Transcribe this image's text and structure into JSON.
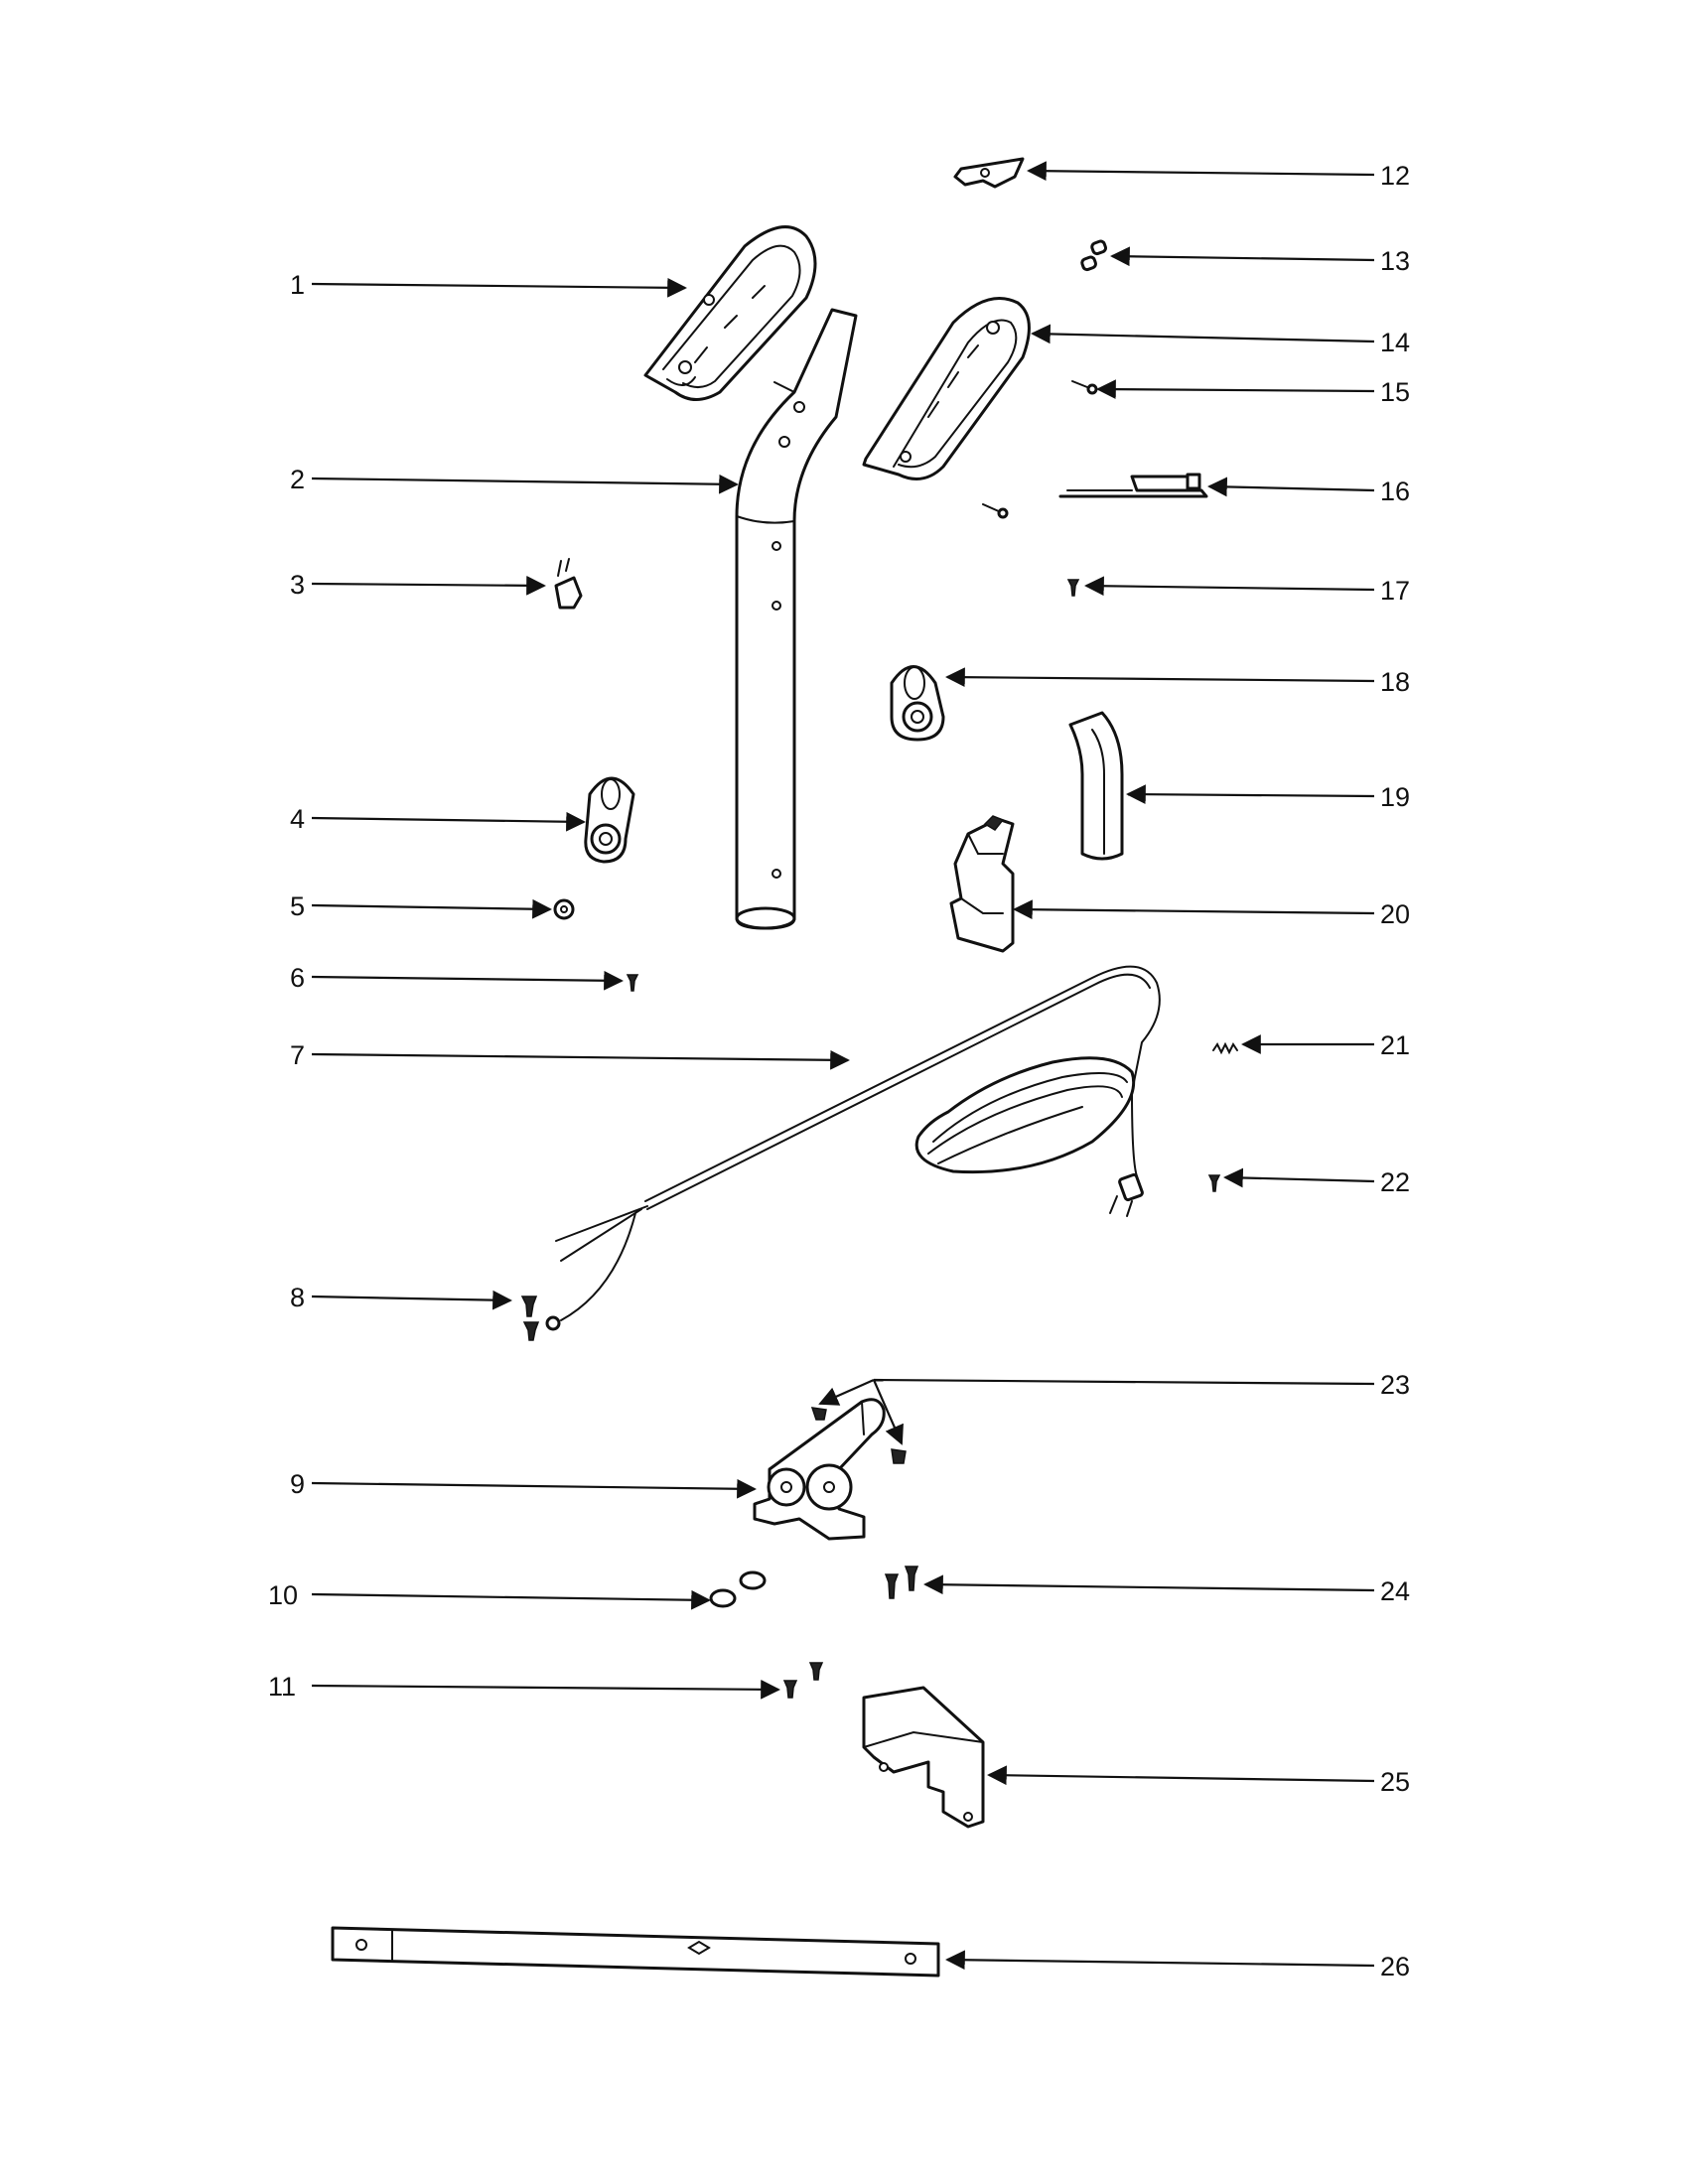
{
  "diagram": {
    "callouts": [
      {
        "id": "1",
        "label": "1"
      },
      {
        "id": "2",
        "label": "2"
      },
      {
        "id": "3",
        "label": "3"
      },
      {
        "id": "4",
        "label": "4"
      },
      {
        "id": "5",
        "label": "5"
      },
      {
        "id": "6",
        "label": "6"
      },
      {
        "id": "7",
        "label": "7"
      },
      {
        "id": "8",
        "label": "8"
      },
      {
        "id": "9",
        "label": "9"
      },
      {
        "id": "10",
        "label": "10"
      },
      {
        "id": "11",
        "label": "11"
      },
      {
        "id": "12",
        "label": "12"
      },
      {
        "id": "13",
        "label": "13"
      },
      {
        "id": "14",
        "label": "14"
      },
      {
        "id": "15",
        "label": "15"
      },
      {
        "id": "16",
        "label": "16"
      },
      {
        "id": "17",
        "label": "17"
      },
      {
        "id": "18",
        "label": "18"
      },
      {
        "id": "19",
        "label": "19"
      },
      {
        "id": "20",
        "label": "20"
      },
      {
        "id": "21",
        "label": "21"
      },
      {
        "id": "22",
        "label": "22"
      },
      {
        "id": "23",
        "label": "23"
      },
      {
        "id": "24",
        "label": "24"
      },
      {
        "id": "25",
        "label": "25"
      },
      {
        "id": "26",
        "label": "26"
      }
    ],
    "colors": {
      "ink": "#111111",
      "paper": "#ffffff"
    }
  }
}
